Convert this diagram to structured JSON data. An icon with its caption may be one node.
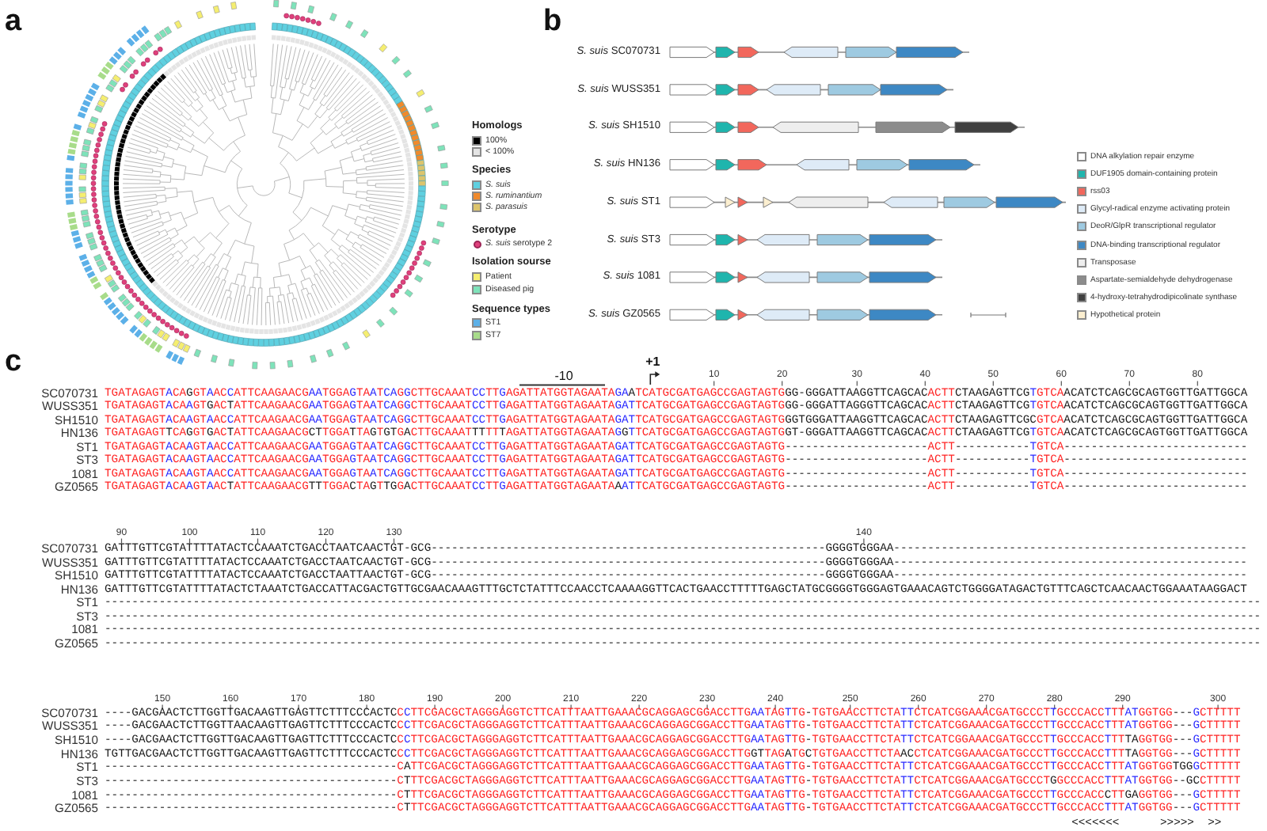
{
  "diagram": {
    "labels": [
      "a",
      "Homologs",
      "Species",
      "Serotype",
      "Isolation sourse",
      "Sequence types",
      "b",
      "*S. suis* SC070731",
      "*S. suis* WUSS351",
      "*S. suis* SH1510",
      "*S. suis* HN136",
      "*S. suis* ST1",
      "*S. suis* ST3",
      "*S. suis* 1081",
      "*S. suis* GZ0565",
      "c",
      "-10",
      "+1",
      "10",
      "20",
      "30",
      "40",
      "50",
      "60",
      "70",
      "80",
      "SC070731",
      "TGATAGAGTACAGGTAACCATTCAAGAACGAATGGAGTAATCAGGCTTGCAAATCCTTGAGATTATGGTAGAATAGAATCATGCGATGAGCCGAGTAGTGGG-GGGATTAAGGTTCAGCACACTTCTAAGAGTTCGTGTCAACATCTCAGCGCAGTGGTTGATTGGCA",
      "WUSS351",
      "TGATAGAGTACAAGTGACTATTCAAGAACGAATGGAGTAATCAGGCTTGCAAATCCTTGAGATTATGGTAGAATAGATTCATGCGATGAGCCGAGTAGTGGG-GGGATTAGGGTTCAGCACACTTCTAAGAGTTCGTGTCAACATCTCAGCGCAGTGGTTGATTGGCA",
      "SH1510",
      "TGATAGAGTACAAGTAACCATTCAAGAACGAATGGAGTAATCAGGCTTGCAAATCCTTGAGATTATGGTAGAATAGATTCATGCGATGAGCCGAGTAGTGGGTGGGATTAAGGTTCAGCACACTTCTAAGAGTTCGCGTCAACATCTCAGCGCAGTGGTTGATTGGCA",
      "HN136",
      "TGATAGAGTTCAGGTGACTATTCAAGAACGCTTGGATTAGTGTGACTTGCAAATTTTTTAGATTATGGTAGAATAGGTTCATGCGATGAGCCGAGTAGTGGT-GGGATTAAGGTTCAGCACACTTCTAAGAGTTCGTGTCAACATCTCAGCGCAGTGGTTGATTGGCA",
      "ST1",
      "TGATAGAGTACAAGTAACCATTCAAGAACGAATGGAGTAATCAGGCTTGCAAATCCTTGAGATTATGGTAGAATAGATTCATGCGATGAGCCGAGTAGTG---------------------ACTT-----------TGTCA---------------------------",
      "ST3",
      "TGATAGAGTACAAGTAACCATTCAAGAACGAATGGAGTAATCAGGCTTGCAAATCCTTGAGATTATGGTAGAATAGATTCATGCGATGAGCCGAGTAGTG---------------------ACTT-----------TGTCA---------------------------",
      "1081",
      "TGATAGAGTACAAGTAACCATTCAAGAACGAATGGAGTAATCAGGCTTGCAAATCCTTGAGATTATGGTAGAATAGATTCATGCGATGAGCCGAGTAGTG---------------------ACTT-----------TGTCA---------------------------",
      "GZ0565",
      "TGATAGAGTACAAGTAACTATTCAAGAACGTTTGGACTAGTTGGACTTGCAAATCCTTGAGATTATGGTAGAATAAATTCATGCGATGAGCCGAGTAGTG---------------------ACTT-----------TGTCA---------------------------",
      "90",
      "100",
      "110",
      "120",
      "130",
      "140",
      "SC070731",
      "GATTTGTTCGTATTTTATACTCCAAATCTGACCTAATCAACTGT-GCG----------------------------------------------------------GGGGTGGGAA----------------------------------------------------",
      "WUSS351",
      "GATTTGTTCGTATTTTATACTCCAAATCTGACCTAATCAACTGT-GCG----------------------------------------------------------GGGGTGGGAA----------------------------------------------------",
      "SH1510",
      "GATTTGTTCGTATTTTATACTCCAAATCTGACCTAATTAACTGT-GCG----------------------------------------------------------GGGGTGGGAA----------------------------------------------------",
      "HN136",
      "GATTTGTTCGTATTTTATACTCTAAATCTGACCATTACGACTGTTGCGAACAAAGTTTGCTCTATTTCCAACCTCAAAAGGTTCACTGAACCTTTTTGAGCTATGCGGGGTGGGAGTGAAACAGTCTGGGGATAGACTGTTTCAGCTCAACAACTGGAAATAAGGACT",
      "ST1",
      "--------------------------------------------------------------------------------------------------------------------------------------------------------------------------",
      "ST3",
      "--------------------------------------------------------------------------------------------------------------------------------------------------------------------------",
      "1081",
      "--------------------------------------------------------------------------------------------------------------------------------------------------------------------------",
      "GZ0565",
      "--------------------------------------------------------------------------------------------------------------------------------------------------------------------------",
      "150",
      "160",
      "170",
      "180",
      "190",
      "200",
      "210",
      "220",
      "230",
      "240",
      "250",
      "260",
      "270",
      "280",
      "290",
      "300",
      "SC070731",
      "----GACGAACTCTTGGTTGACAAGTTGAGTTCTTTCCCACTCCCTTCGACGCTAGGGAGGTCTTCATTTAATTGAAACGCAGGAGCGGACCTTGAATAGTTG-TGTGAACCTTCTATTCTCATCGGAAACGATGCCCTTGCCCACCTTTATGGTGG---GCTTTTT",
      "WUSS351",
      "----GACGAACTCTTGGTTAACAAGTTGAGTTCTTTCCCACTCCCTTCGACGCTAGGGAGGTCTTCATTTAATTGAAACGCAGGAGCGGACCTTGAATAGTTG-TGTGAACCTTCTATTCTCATCGGAAACGATGCCCTTGCCCACCTTTATGGTGG---GCTTTTT",
      "SH1510",
      "----GACGAACTCTTGGTTGACAAGTTGAGTTCTTTCCCACTCCCTTCGACGCTAGGGAGGTCTTCATTTAATTGAAACGCAGGAGCGGACCTTGAATAGTTG-TGTGAACCTTCTATTCTCATCGGAAACGATGCCCTTGCCCACCTTTTAGGTGG---GCTTTTT",
      "HN136",
      "TGTTGACGAACTCTTGGTTGACAAGTTGAGTTCTTTCCCACTCCCTTCGACGCTAGGGAGGTCTTCATTTAATTGAAACGCAGGAGCGGACCTTGGTTAGATGCTGTGAACCTTCTAACCTCATCGGAAACGATGCCCTTGCCCACCTTTTAGGTGG---GCTTTTT",
      "ST1",
      "-------------------------------------------CATTCGACGCTAGGGAGGTCTTCATTTAATTGAAACGCAGGAGCGGACCTTGAATAGTTG-TGTGAACCTTCTATTCTCATCGGAAACGATGCCCTTGCCCACCTTTATGGTGGTGGGCTTTTT",
      "ST3",
      "-------------------------------------------CTTTCGACGCTAGGGAGGTCTTCATTTAATTGAAACGCAGGAGCGGACCTTGAATAGTTG-TGTGAACCTTCTATTCTCATCGGAAACGATGCCCTGGCCCACCTTTATGGTGG--GCCTTTTT",
      "1081",
      "-------------------------------------------CTTTCGACGCTAGGGAGGTCTTCATTTAATTGAAACGCAGGAGCGGACCTTGAATAGTTG-TGTGAACCTTCTATTCTCATCGGAAACGATGCCCTTGCCCACCCTTGAGGTGG---GCTTTTT",
      "GZ0565",
      "-------------------------------------------CTTTCGACGCTAGGGAGGTCTTCATTTAATTGAAACGCAGGAGCGGACCTTGAATAGTTG-TGTGAACCTTCTATTCTCATCGGAAACGATGCCCTTGCCCACCTTTATGGTGG---GCTTTTT",
      "<<<<<<<",
      ">>>>>",
      ">>"
    ],
    "legend": [
      {
        "text": "100%",
        "color": "#000000"
      },
      {
        "text": "< 100%",
        "color": "#e4e4e4"
      },
      {
        "text": "S. suis",
        "color": "#5fd0e0"
      },
      {
        "text": "S. ruminantium",
        "color": "#f08a2c"
      },
      {
        "text": "S. parasuis",
        "color": "#dcc46c"
      },
      {
        "text": "*S. suis* serotype 2",
        "color": "#e0407c"
      },
      {
        "text": "Patient",
        "color": "#f5ee70"
      },
      {
        "text": "Diseased pig",
        "color": "#7ee3ba"
      },
      {
        "text": "ST1",
        "color": "#5cb0e8"
      },
      {
        "text": "ST7",
        "color": "#a8dc8a"
      },
      {
        "text": "DNA alkylation repair enzyme"
      },
      {
        "text": "DUF1905 domain-containing protein",
        "color": "#1fb5ad"
      },
      {
        "text": "rss03",
        "color": "#f2675c"
      },
      {
        "text": "Glycyl-radical enzyme activating protein",
        "color": "#deebf7"
      },
      {
        "text": "DeoR/GlpR transcriptional regulator",
        "color": "#9ecae1"
      },
      {
        "text": "DNA-binding transcriptional regulator",
        "color": "#3d88c4"
      },
      {
        "text": "Transposase",
        "color": "#eeeeee"
      },
      {
        "text": "Aspartate-semialdehyde dehydrogenase",
        "color": "#8c8c8c"
      },
      {
        "text": "4-hydroxy-tetrahydrodipicolinate synthase",
        "color": "#404040"
      },
      {
        "text": "Hypothetical protein",
        "color": "#fcefd0"
      }
    ]
  }
}
